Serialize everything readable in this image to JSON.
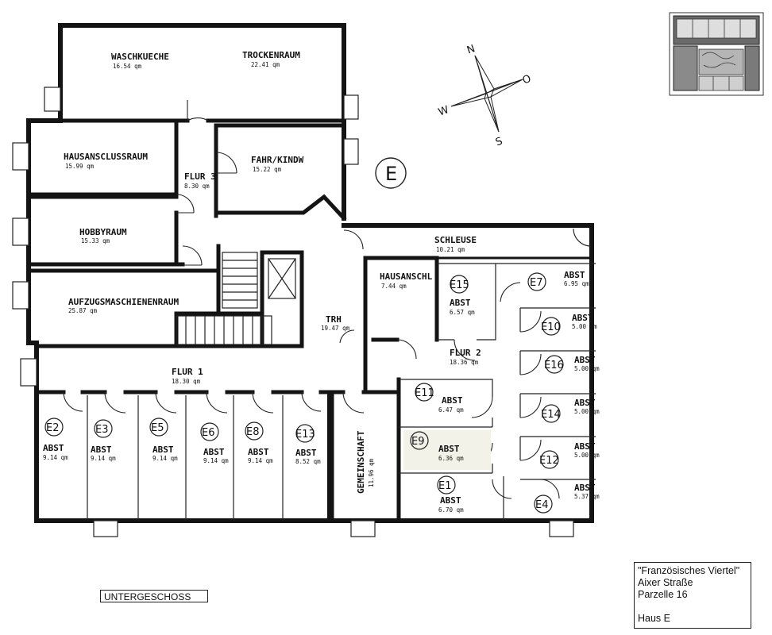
{
  "rooms": [
    {
      "id": "waschkueche",
      "name": "WASCHKUECHE",
      "area": "16.54 qm"
    },
    {
      "id": "trockenraum",
      "name": "TROCKENRAUM",
      "area": "22.41 qm"
    },
    {
      "id": "hausanschlussraum",
      "name": "HAUSANSCLUSSRAUM",
      "area": "15.99 qm"
    },
    {
      "id": "flur3",
      "name": "FLUR 3",
      "area": "8.30 qm"
    },
    {
      "id": "fahrkindw",
      "name": "FAHR/KINDW",
      "area": "15.22 qm"
    },
    {
      "id": "hobbyraum",
      "name": "HOBBYRAUM",
      "area": "15.33 qm"
    },
    {
      "id": "aufzugsmaschinenraum",
      "name": "AUFZUGSMASCHIENENRAUM",
      "area": "25.87 qm"
    },
    {
      "id": "schleuse",
      "name": "SCHLEUSE",
      "area": "10.21 qm"
    },
    {
      "id": "hausanschl",
      "name": "HAUSANSCHL",
      "area": "7.44 qm"
    },
    {
      "id": "trh",
      "name": "TRH",
      "area": "19.47 qm"
    },
    {
      "id": "flur2",
      "name": "FLUR 2",
      "area": "18.36 qm"
    },
    {
      "id": "flur1",
      "name": "FLUR 1",
      "area": "18.30 qm"
    },
    {
      "id": "gemeinschaft",
      "name": "GEMEINSCHAFT",
      "area": "11.96 qm"
    }
  ],
  "storage": [
    {
      "unit": "E15",
      "name": "ABST",
      "area": "6.57 qm"
    },
    {
      "unit": "E7",
      "name": "ABST",
      "area": "6.95 qm"
    },
    {
      "unit": "E10",
      "name": "ABST",
      "area": "5.00 qm"
    },
    {
      "unit": "E16",
      "name": "ABST",
      "area": "5.00 qm"
    },
    {
      "unit": "E14",
      "name": "ABST",
      "area": "5.00 qm"
    },
    {
      "unit": "E12",
      "name": "ABST",
      "area": "5.00 qm"
    },
    {
      "unit": "E4",
      "name": "ABST",
      "area": "5.37 qm"
    },
    {
      "unit": "E11",
      "name": "ABST",
      "area": "6.47 qm"
    },
    {
      "unit": "E9",
      "name": "ABST",
      "area": "6.36 qm"
    },
    {
      "unit": "E1",
      "name": "ABST",
      "area": "6.70 qm"
    },
    {
      "unit": "E2",
      "name": "ABST",
      "area": "9.14 qm"
    },
    {
      "unit": "E3",
      "name": "ABST",
      "area": "9.14 qm"
    },
    {
      "unit": "E5",
      "name": "ABST",
      "area": "9.14 qm"
    },
    {
      "unit": "E6",
      "name": "ABST",
      "area": "9.14 qm"
    },
    {
      "unit": "E8",
      "name": "ABST",
      "area": "9.14 qm"
    },
    {
      "unit": "E13",
      "name": "ABST",
      "area": "8.52 qm"
    }
  ],
  "house_marker": "E",
  "compass": {
    "n": "N",
    "o": "O",
    "s": "S",
    "w": "W"
  },
  "floor_label": "UNTERGESCHOSS",
  "info": {
    "line1": "\"Französisches Viertel\"",
    "line2": "Aixer Straße",
    "line3": "Parzelle 16",
    "line4": "Haus  E"
  }
}
